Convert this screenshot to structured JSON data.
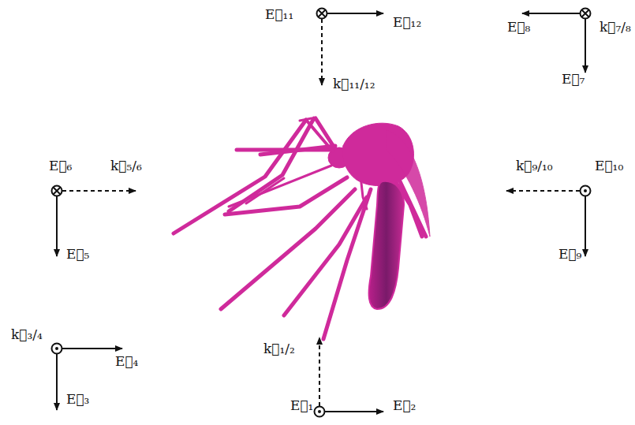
{
  "diagram": {
    "labels": [
      "E⃗₁₁",
      "E⃗₁₂",
      "k⃗₁₁/₁₂",
      "E⃗₈",
      "k⃗₇/₈",
      "E⃗₇",
      "E⃗₆",
      "k⃗₅/₆",
      "E⃗₅",
      "k⃗₉/₁₀",
      "E⃗₁₀",
      "E⃗₉",
      "k⃗₃/₄",
      "E⃗₄",
      "E⃗₃",
      "k⃗₁/₂",
      "E⃗₁",
      "E⃗₂"
    ]
  }
}
